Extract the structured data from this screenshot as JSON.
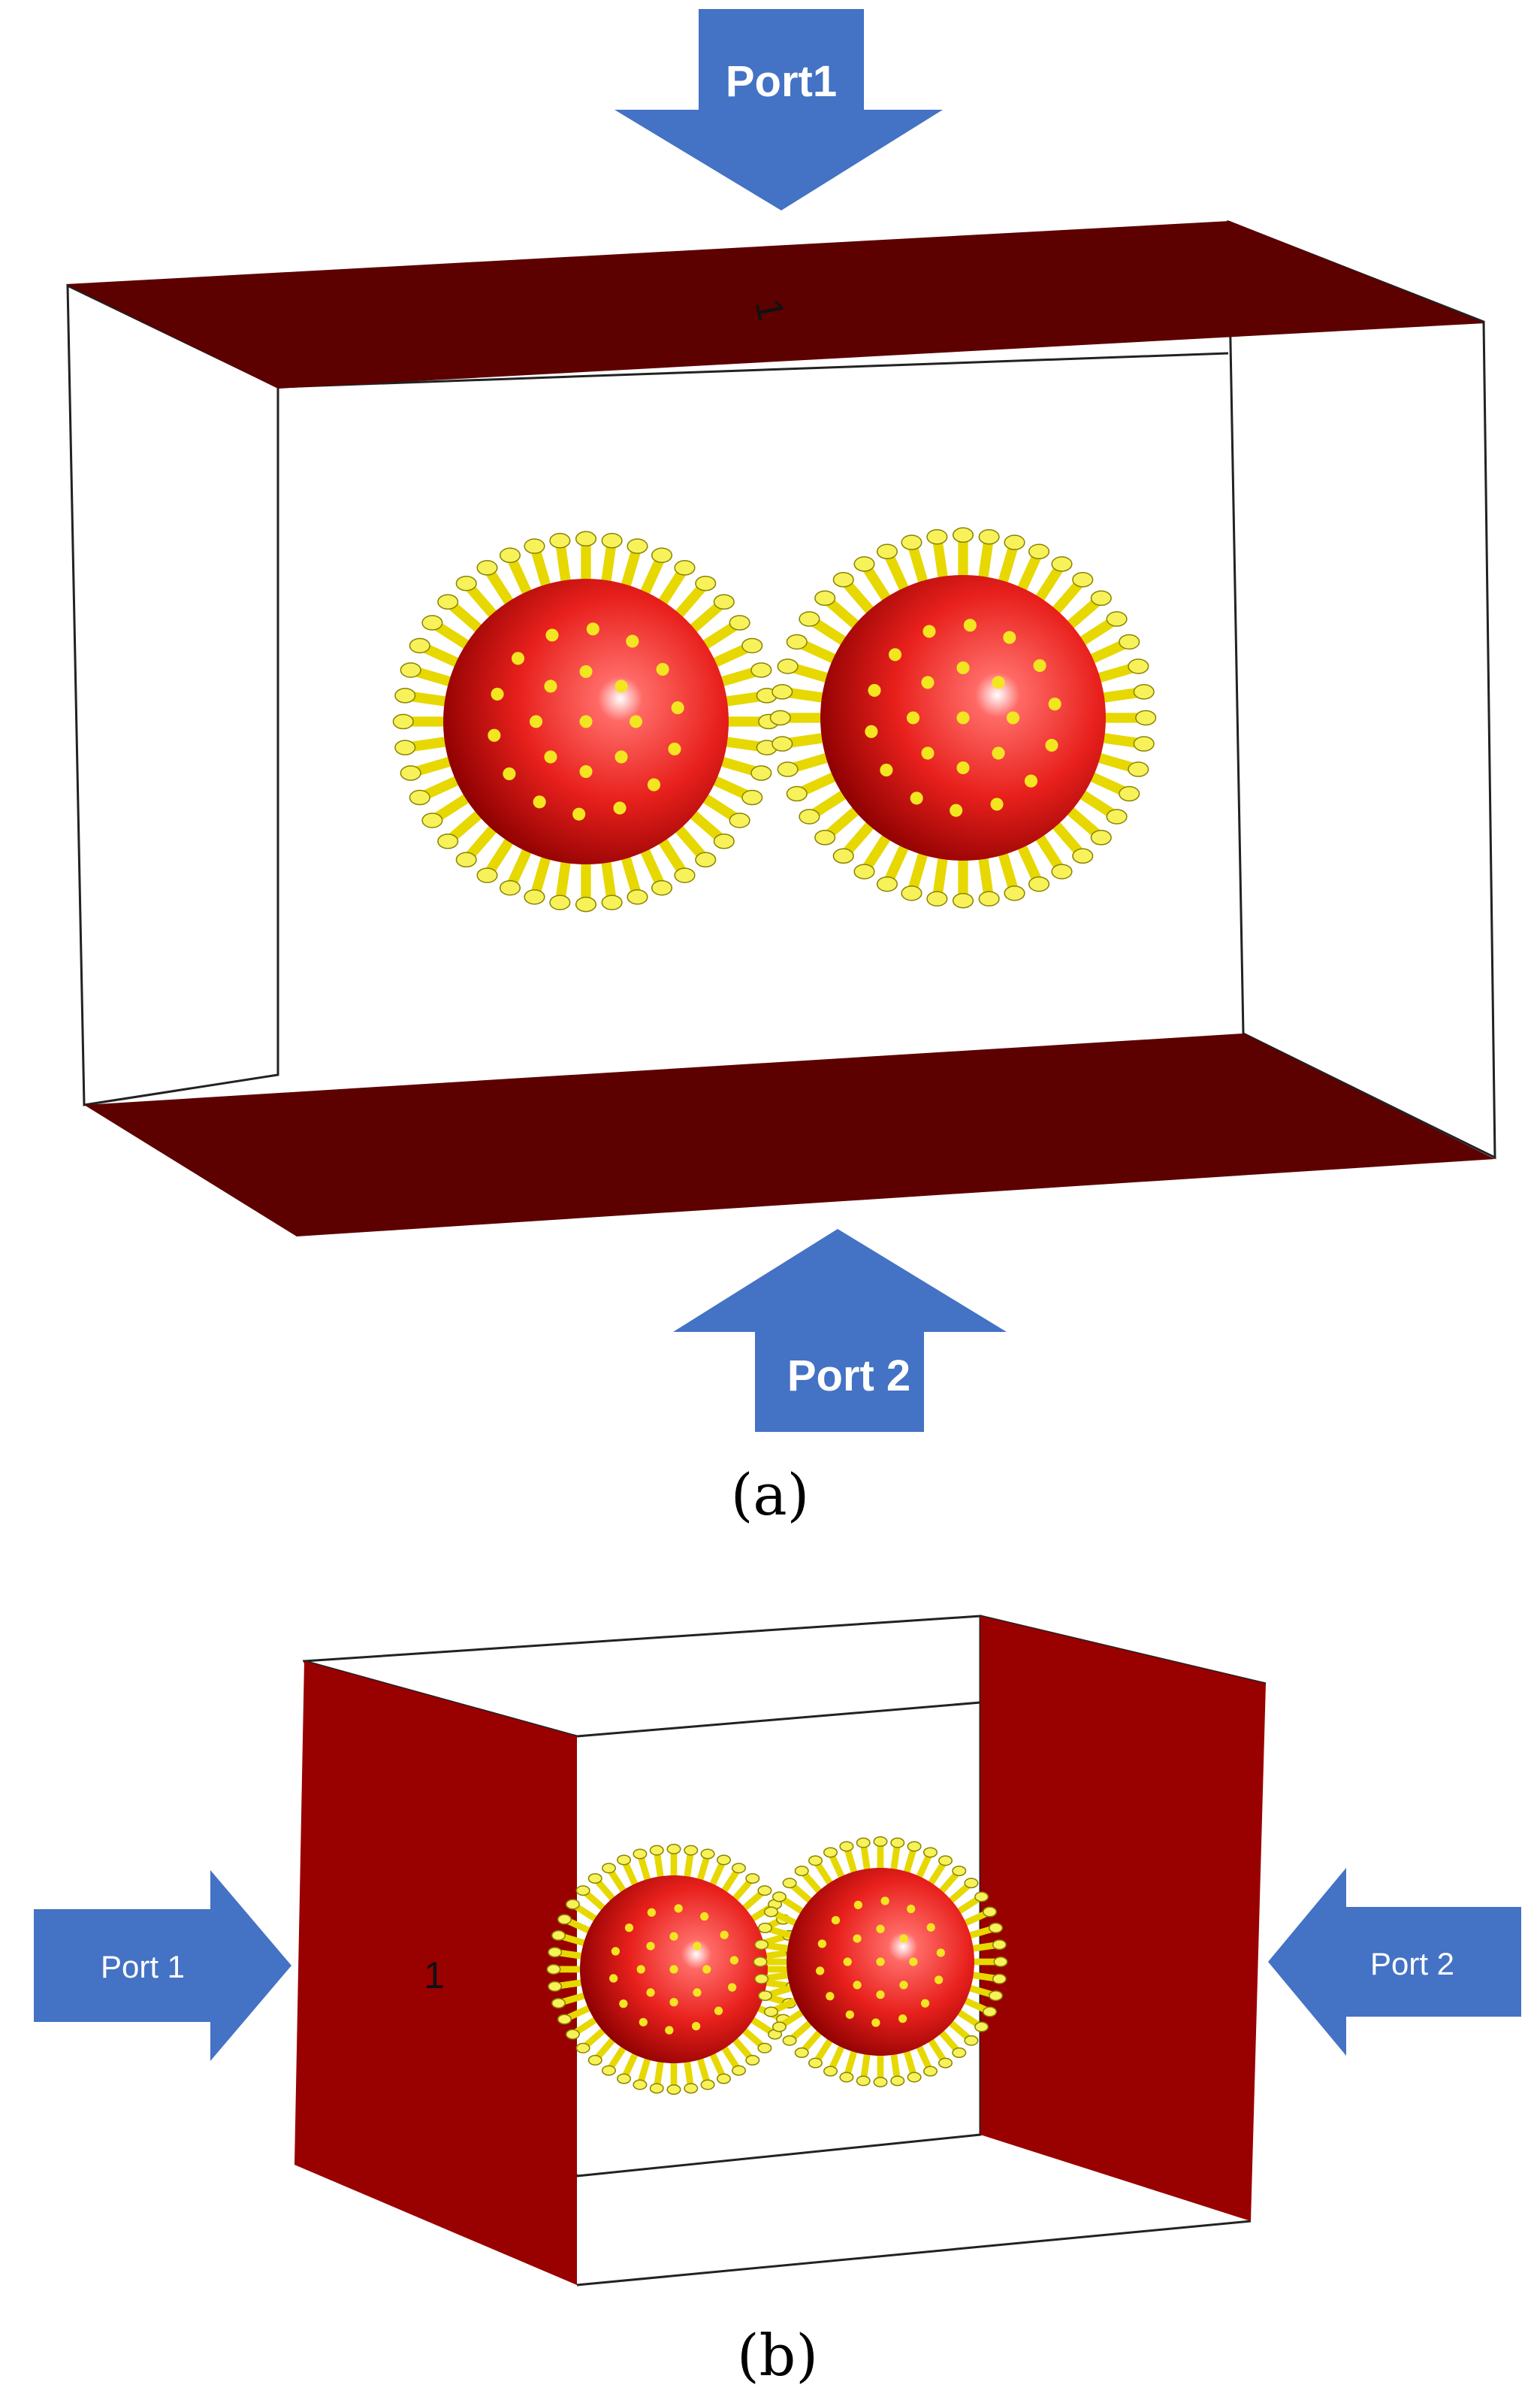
{
  "panel_a": {
    "port_top_label": "Port1",
    "port_bottom_label": "Port 2",
    "caption": "(a)",
    "port_number_marker": "1"
  },
  "panel_b": {
    "port_left_label": "Port 1",
    "port_right_label": "Port 2",
    "caption": "(b)",
    "port_number_marker": "1"
  },
  "colors": {
    "arrow": "#4472c4",
    "port_plate_a": "#5c0000",
    "port_plate_b": "#990000",
    "virus_body": "#e8201c",
    "spike": "#f0ea20",
    "box_edge": "#222222"
  },
  "icons": [
    "arrow-down-icon",
    "arrow-up-icon",
    "arrow-right-icon",
    "arrow-left-icon",
    "virus-particle-icon"
  ]
}
